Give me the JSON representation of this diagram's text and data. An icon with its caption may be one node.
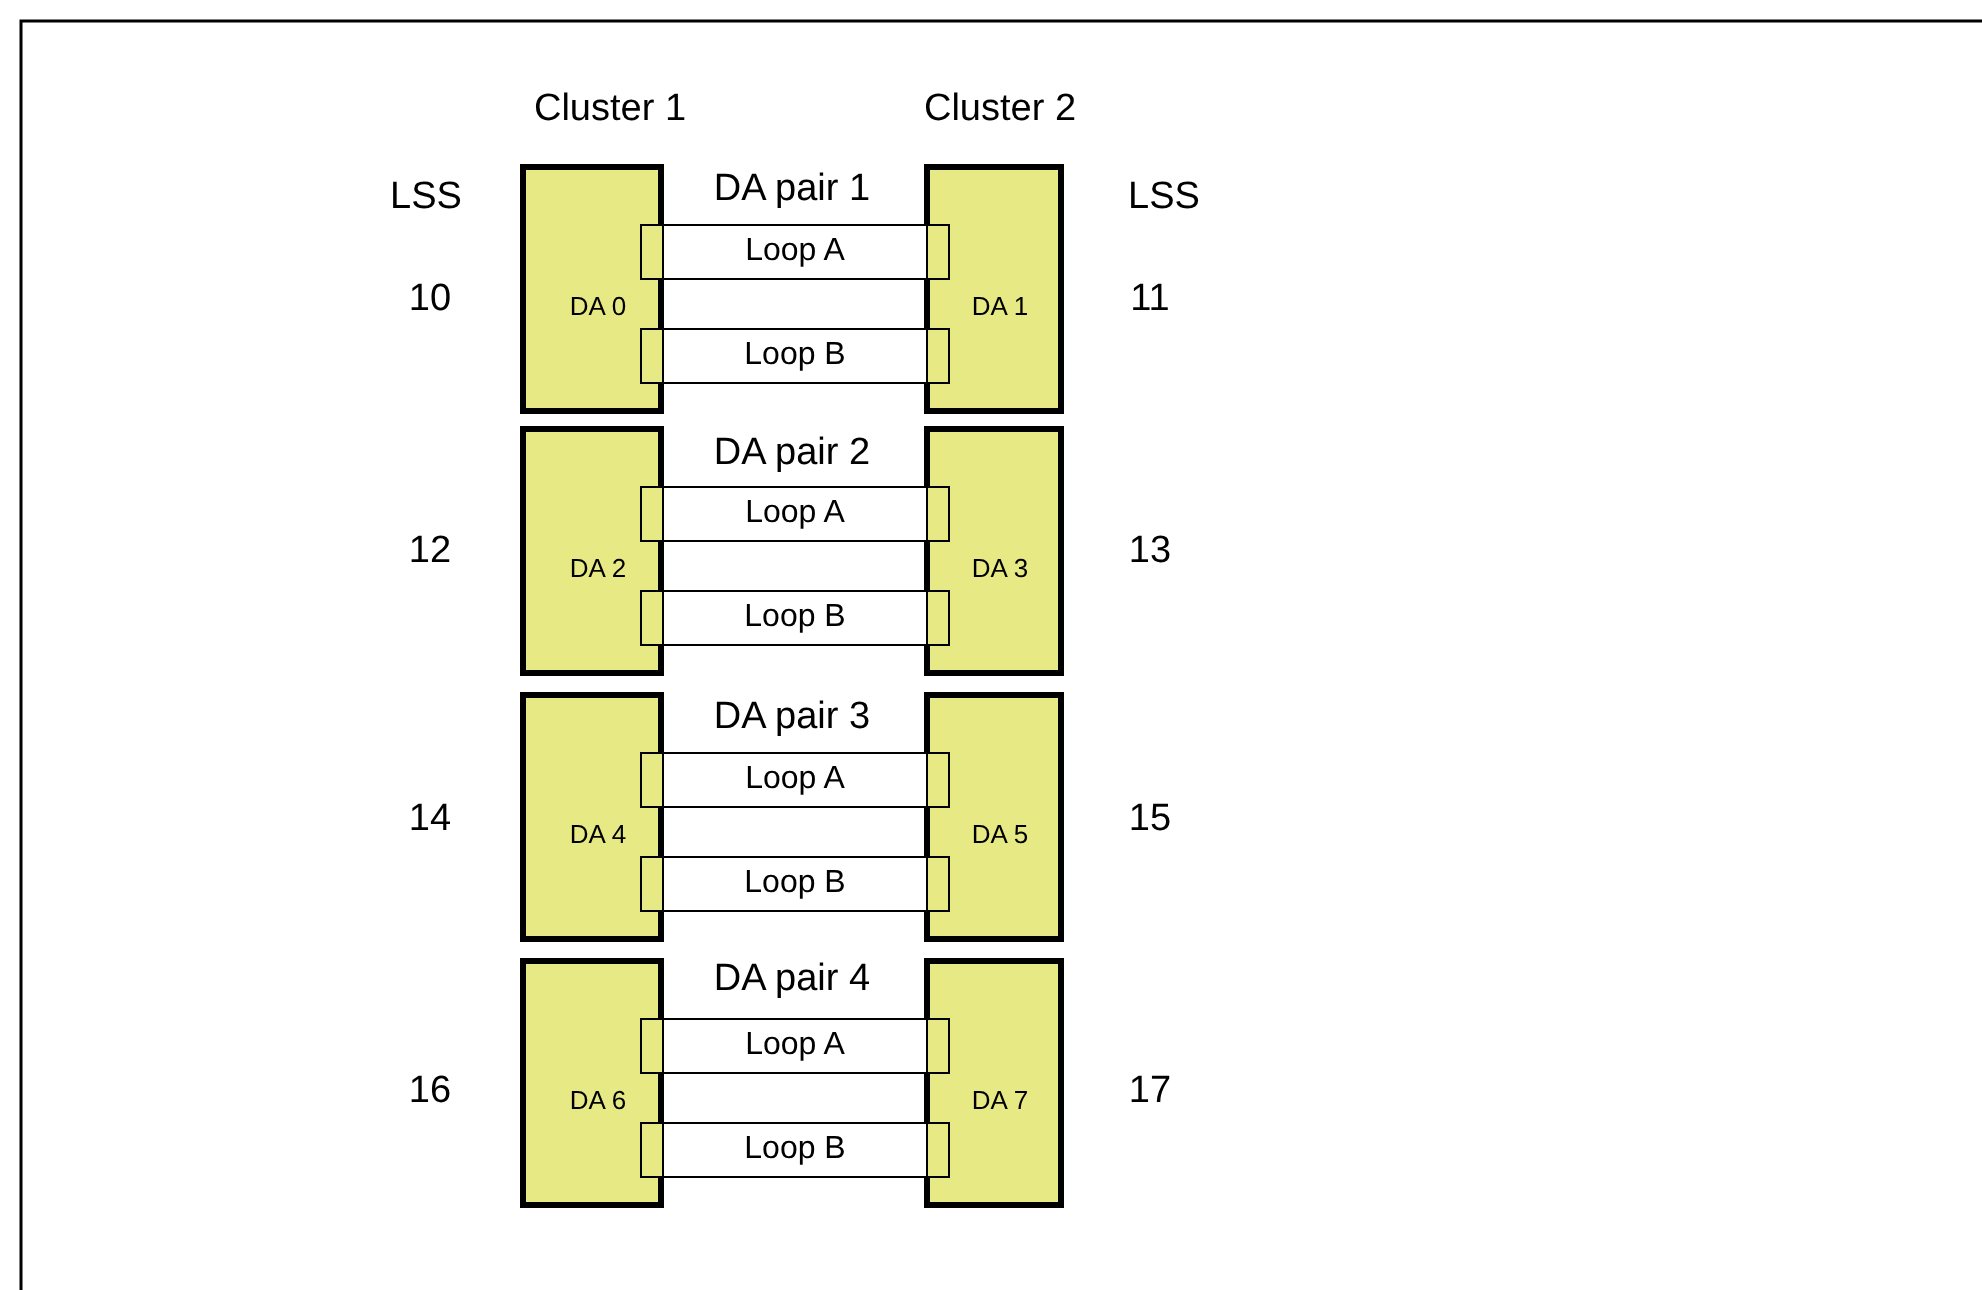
{
  "diagram": {
    "nodes": [
      {
        "text": [
          "DA 0"
        ]
      },
      {
        "text": [
          "Loop A"
        ]
      },
      {
        "text": [
          "Loop B"
        ]
      },
      {
        "text": [
          "DA 1"
        ]
      },
      {
        "text": [
          "DA 2"
        ]
      },
      {
        "text": [
          "Loop A"
        ]
      },
      {
        "text": [
          "Loop B"
        ]
      },
      {
        "text": [
          "DA 3"
        ]
      },
      {
        "text": [
          "DA 4"
        ]
      },
      {
        "text": [
          "Loop A"
        ]
      },
      {
        "text": [
          "Loop B"
        ]
      },
      {
        "text": [
          "DA 5"
        ]
      },
      {
        "text": [
          "DA 6"
        ]
      },
      {
        "text": [
          "Loop A"
        ]
      },
      {
        "text": [
          "Loop B"
        ]
      },
      {
        "text": [
          "DA 7"
        ]
      }
    ],
    "labels": [
      "Cluster 1",
      "Cluster 2",
      "LSS",
      "DA pair 1",
      "LSS",
      "10",
      "11",
      "DA pair 2",
      "12",
      "13",
      "DA pair 3",
      "14",
      "15",
      "DA pair 4",
      "16",
      "17"
    ]
  }
}
